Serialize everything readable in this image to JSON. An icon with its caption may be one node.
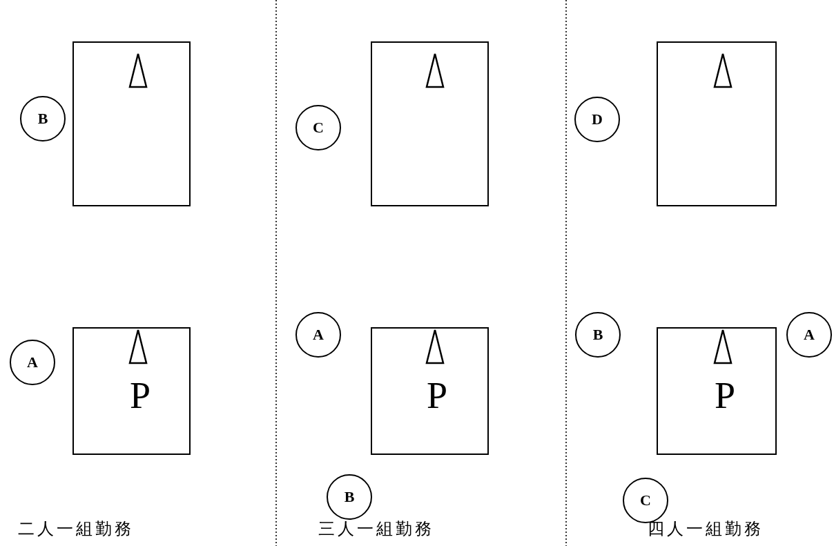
{
  "diagram": {
    "nodes": [
      {
        "text": [],
        "shape": "box"
      },
      {
        "text": [
          "B"
        ]
      },
      {
        "text": [
          "P"
        ]
      },
      {
        "text": [
          "A"
        ]
      },
      {
        "text": [],
        "shape": "box"
      },
      {
        "text": [
          "C"
        ]
      },
      {
        "text": [
          "P"
        ]
      },
      {
        "text": [
          "A"
        ]
      },
      {
        "text": [
          "B"
        ]
      },
      {
        "text": [],
        "shape": "box"
      },
      {
        "text": [
          "D"
        ]
      },
      {
        "text": [
          "P"
        ]
      },
      {
        "text": [
          "B"
        ]
      },
      {
        "text": [
          "A"
        ]
      },
      {
        "text": [
          "C"
        ]
      }
    ],
    "labels": [
      "二人一組勤務",
      "三人一組勤務",
      "四人一組勤務"
    ]
  }
}
